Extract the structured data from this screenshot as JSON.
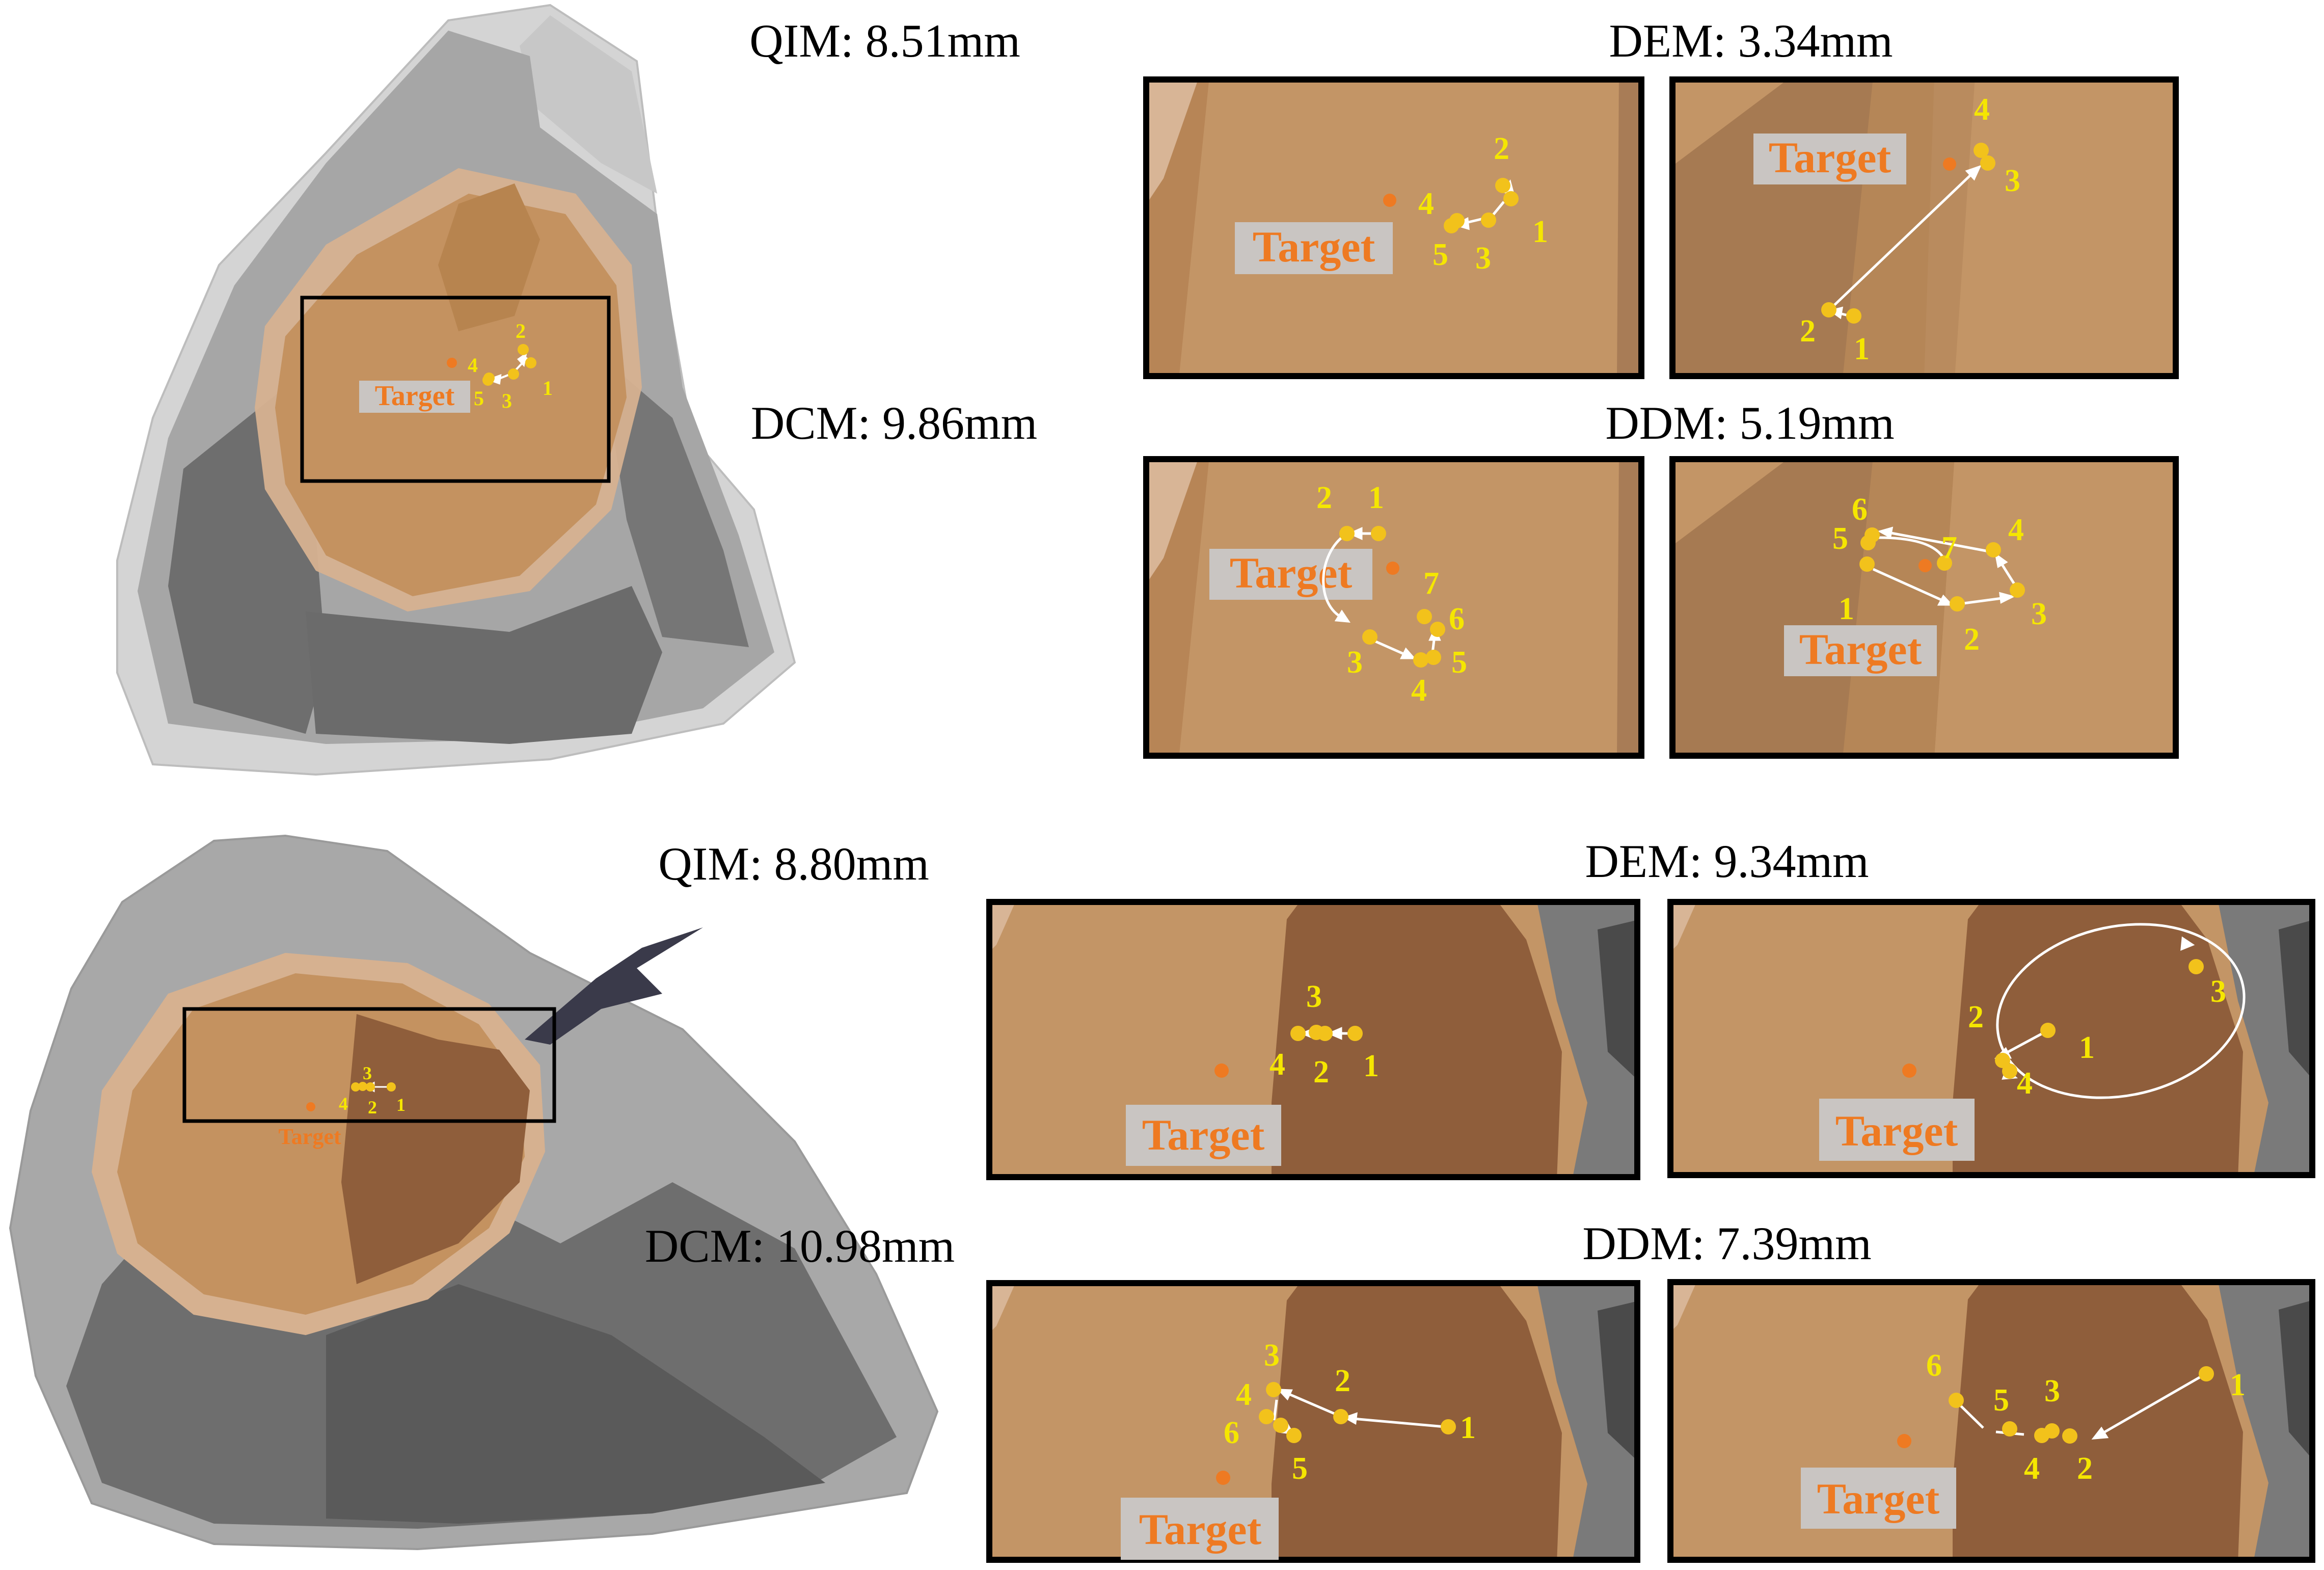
{
  "target_label": "Target",
  "colors": {
    "tissue_light": "#c49260",
    "tissue_dark": "#8f5e3b",
    "pale": "#d9b393",
    "shell_light": "#cfcfcf",
    "shell_mid": "#a3a3a3",
    "shell_dark": "#6a6a6a",
    "shell_darker": "#505050",
    "point": "#f2c21b",
    "target": "#ee7a22",
    "label_box": "#c9c5c2",
    "number": "#f5e600",
    "arrow": "#ffffff",
    "frame": "#000000"
  },
  "panels": [
    {
      "id": "top-qim",
      "caption": "QIM: 8.51mm",
      "metric": "QIM",
      "error_mm": 8.51,
      "points": [
        {
          "n": "1"
        },
        {
          "n": "2"
        },
        {
          "n": "3"
        },
        {
          "n": "4"
        },
        {
          "n": "5"
        }
      ]
    },
    {
      "id": "top-dem",
      "caption": "DEM: 3.34mm",
      "metric": "DEM",
      "error_mm": 3.34,
      "points": [
        {
          "n": "1"
        },
        {
          "n": "2"
        },
        {
          "n": "3"
        },
        {
          "n": "4"
        }
      ]
    },
    {
      "id": "top-dcm",
      "caption": "DCM: 9.86mm",
      "metric": "DCM",
      "error_mm": 9.86,
      "points": [
        {
          "n": "1"
        },
        {
          "n": "2"
        },
        {
          "n": "3"
        },
        {
          "n": "4"
        },
        {
          "n": "5"
        },
        {
          "n": "6"
        },
        {
          "n": "7"
        }
      ]
    },
    {
      "id": "top-ddm",
      "caption": "DDM: 5.19mm",
      "metric": "DDM",
      "error_mm": 5.19,
      "points": [
        {
          "n": "1"
        },
        {
          "n": "2"
        },
        {
          "n": "3"
        },
        {
          "n": "4"
        },
        {
          "n": "5"
        },
        {
          "n": "6"
        },
        {
          "n": "7"
        }
      ]
    },
    {
      "id": "bottom-qim",
      "caption": "QIM: 8.80mm",
      "metric": "QIM",
      "error_mm": 8.8,
      "points": [
        {
          "n": "1"
        },
        {
          "n": "2"
        },
        {
          "n": "3"
        },
        {
          "n": "4"
        }
      ]
    },
    {
      "id": "bottom-dem",
      "caption": "DEM: 9.34mm",
      "metric": "DEM",
      "error_mm": 9.34,
      "points": [
        {
          "n": "1"
        },
        {
          "n": "2"
        },
        {
          "n": "3"
        },
        {
          "n": "4"
        }
      ]
    },
    {
      "id": "bottom-dcm",
      "caption": "DCM: 10.98mm",
      "metric": "DCM",
      "error_mm": 10.98,
      "points": [
        {
          "n": "1"
        },
        {
          "n": "2"
        },
        {
          "n": "3"
        },
        {
          "n": "4"
        },
        {
          "n": "5"
        },
        {
          "n": "6"
        }
      ]
    },
    {
      "id": "bottom-ddm",
      "caption": "DDM: 7.39mm",
      "metric": "DDM",
      "error_mm": 7.39,
      "points": [
        {
          "n": "1"
        },
        {
          "n": "2"
        },
        {
          "n": "3"
        },
        {
          "n": "4"
        },
        {
          "n": "5"
        },
        {
          "n": "6"
        }
      ]
    }
  ],
  "overviews": [
    {
      "id": "top-overview",
      "points": [
        {
          "n": "1"
        },
        {
          "n": "2"
        },
        {
          "n": "3"
        },
        {
          "n": "4"
        },
        {
          "n": "5"
        }
      ]
    },
    {
      "id": "bottom-overview",
      "points": [
        {
          "n": "1"
        },
        {
          "n": "2"
        },
        {
          "n": "3"
        },
        {
          "n": "4"
        }
      ]
    }
  ]
}
